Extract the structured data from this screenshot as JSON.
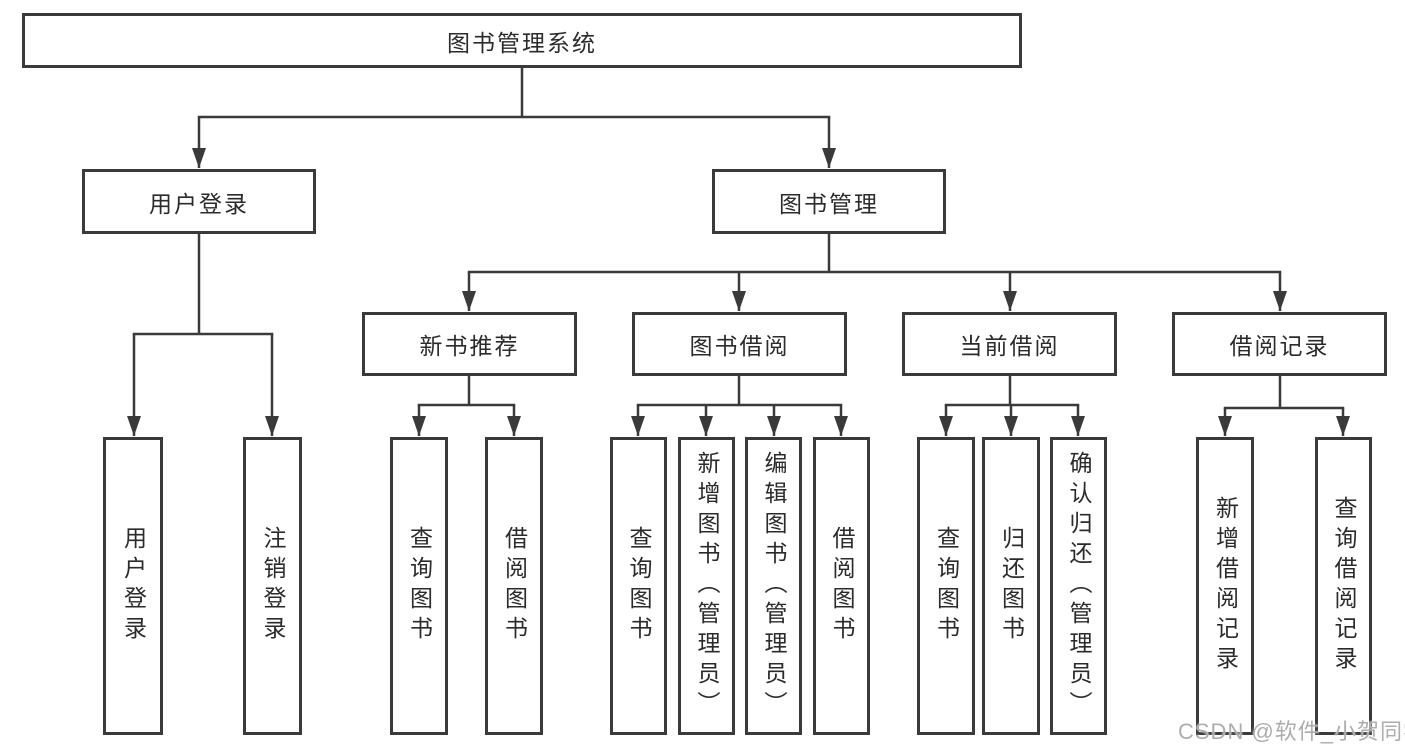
{
  "diagram": {
    "root": {
      "label": "图书管理系统"
    },
    "branches": [
      {
        "label": "用户登录",
        "children": [
          {
            "label": "用户登录"
          },
          {
            "label": "注销登录"
          }
        ]
      },
      {
        "label": "图书管理",
        "groups": [
          {
            "label": "新书推荐",
            "children": [
              {
                "label": "查询图书"
              },
              {
                "label": "借阅图书"
              }
            ]
          },
          {
            "label": "图书借阅",
            "children": [
              {
                "label": "查询图书"
              },
              {
                "label": "新增图书（管理员）"
              },
              {
                "label": "编辑图书（管理员）"
              },
              {
                "label": "借阅图书"
              }
            ]
          },
          {
            "label": "当前借阅",
            "children": [
              {
                "label": "查询图书"
              },
              {
                "label": "归还图书"
              },
              {
                "label": "确认归还（管理员）"
              }
            ]
          },
          {
            "label": "借阅记录",
            "children": [
              {
                "label": "新增借阅记录"
              },
              {
                "label": "查询借阅记录"
              }
            ]
          }
        ]
      }
    ]
  },
  "watermark": {
    "text": "CSDN @软件_小贺同学",
    "color": "#adadad"
  },
  "colors": {
    "line": "#3a3a3a",
    "text": "#2b2b2b",
    "background": "#ffffff"
  }
}
